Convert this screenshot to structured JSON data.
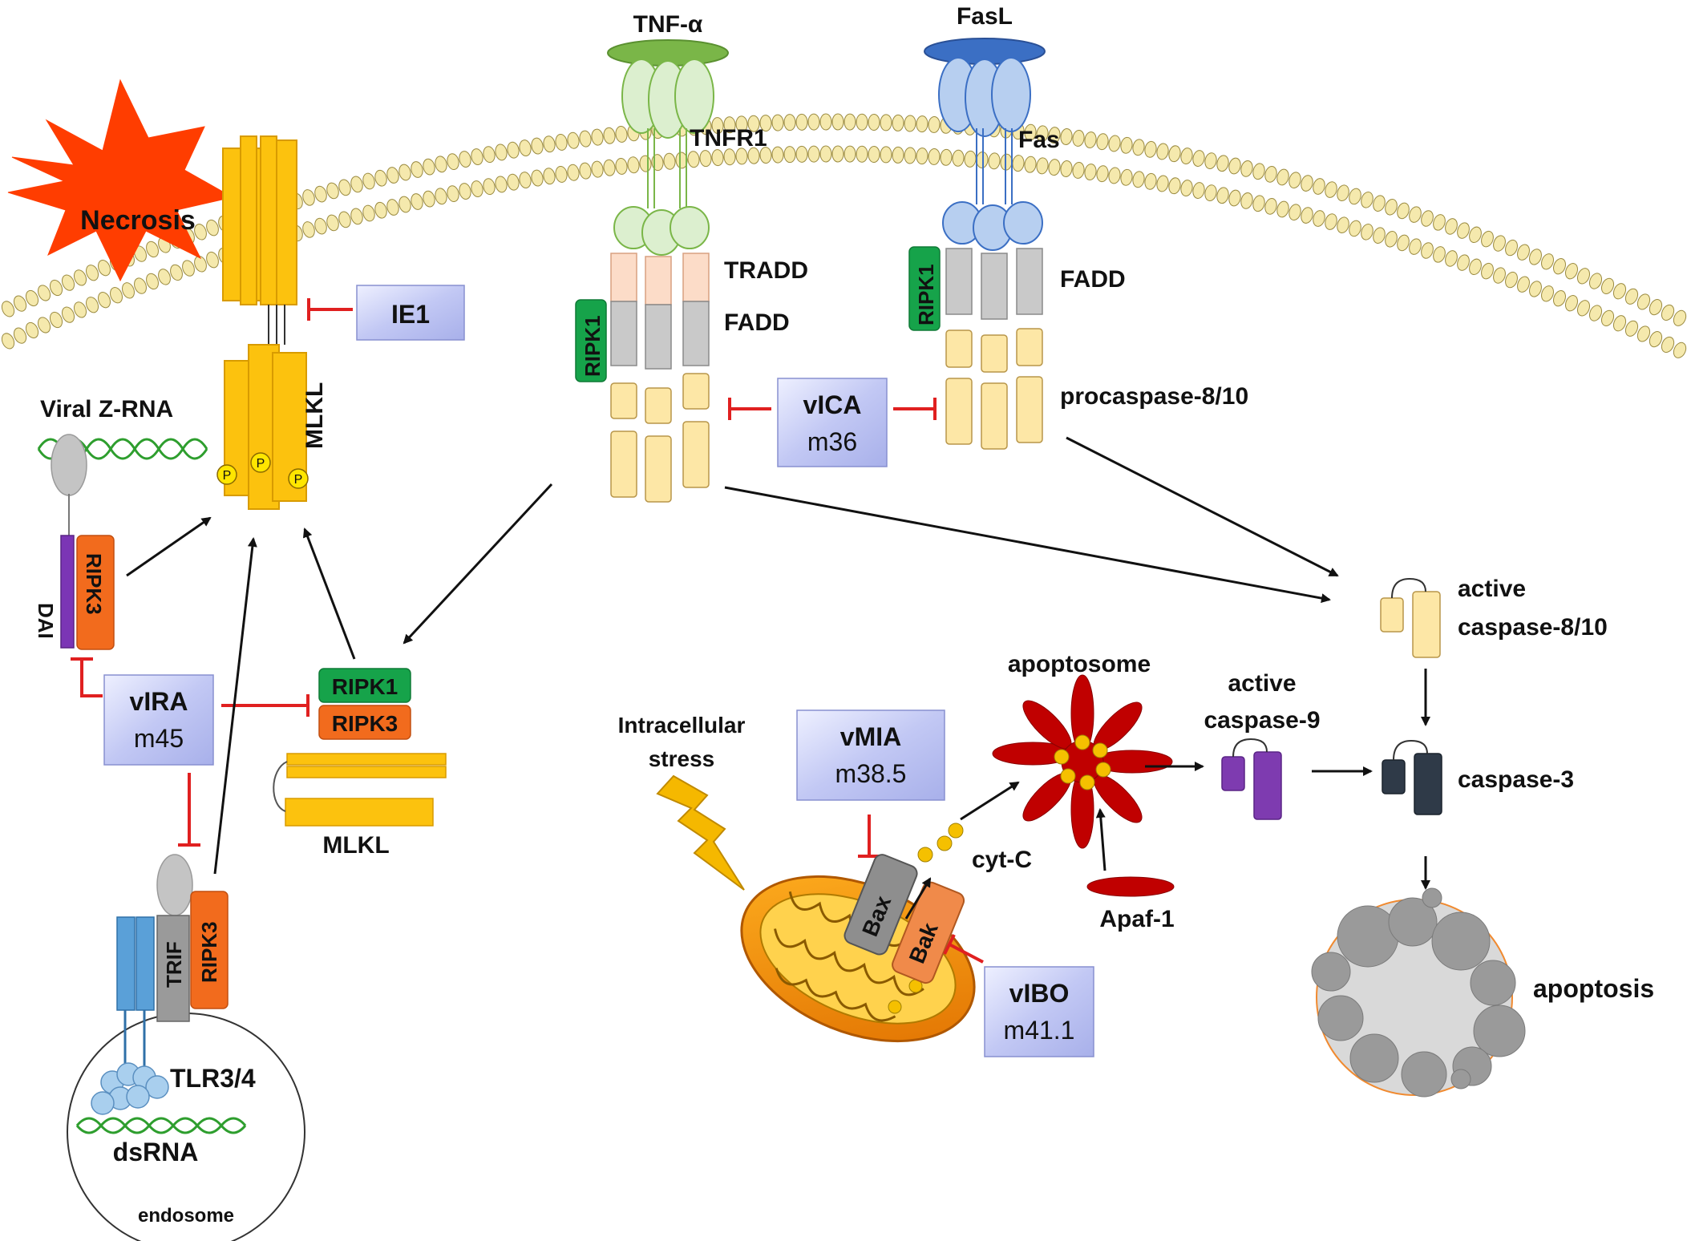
{
  "labels": {
    "necrosis": "Necrosis",
    "tnf_alpha": "TNF-α",
    "fasl": "FasL",
    "tnfr1": "TNFR1",
    "fas": "Fas",
    "tradd": "TRADD",
    "fadd_tnf": "FADD",
    "fadd_fas": "FADD",
    "ripk1_tnf": "RIPK1",
    "ripk1_fas": "RIPK1",
    "procaspase": "procaspase-8/10",
    "mlkl_top": "MLKL",
    "mlkl_bottom": "MLKL",
    "phospho": "P",
    "viral_zrna": "Viral Z-RNA",
    "dai": "DAI",
    "ripk3_dai": "RIPK3",
    "ripk1_complex": "RIPK1",
    "ripk3_complex": "RIPK3",
    "trif": "TRIF",
    "ripk3_trif": "RIPK3",
    "tlr34": "TLR3/4",
    "dsrna": "dsRNA",
    "endosome": "endosome",
    "active_caspase810_line1": "active",
    "active_caspase810_line2": "caspase-8/10",
    "apoptosome": "apoptosome",
    "active_caspase9_line1": "active",
    "active_caspase9_line2": "caspase-9",
    "caspase3": "caspase-3",
    "intracellular_stress_line1": "Intracellular",
    "intracellular_stress_line2": "stress",
    "bax": "Bax",
    "bak": "Bak",
    "cytc": "cyt-C",
    "apaf1": "Apaf-1",
    "apoptosis": "apoptosis"
  },
  "inhibitors": {
    "ie1": {
      "name": "IE1"
    },
    "vica": {
      "name": "vICA",
      "gene": "m36"
    },
    "vira": {
      "name": "vIRA",
      "gene": "m45"
    },
    "vmia": {
      "name": "vMIA",
      "gene": "m38.5"
    },
    "vibo": {
      "name": "vIBO",
      "gene": "m41.1"
    }
  },
  "colors": {
    "necrosis_burst": "#ff3d00",
    "mlkl": "#fcc20e",
    "ripk1": "#16a34a",
    "ripk3": "#f26b1d",
    "caspase": "#fde7a6",
    "caspase9": "#7e3bb0",
    "caspase3": "#2f3a48",
    "inhibitor_box": "#c7cdf5",
    "inhibition_line": "#e02020",
    "tnf": "#7ab648",
    "fasl": "#3b6fc4",
    "apoptosome": "#c00000",
    "membrane": "#f5e9ad"
  }
}
